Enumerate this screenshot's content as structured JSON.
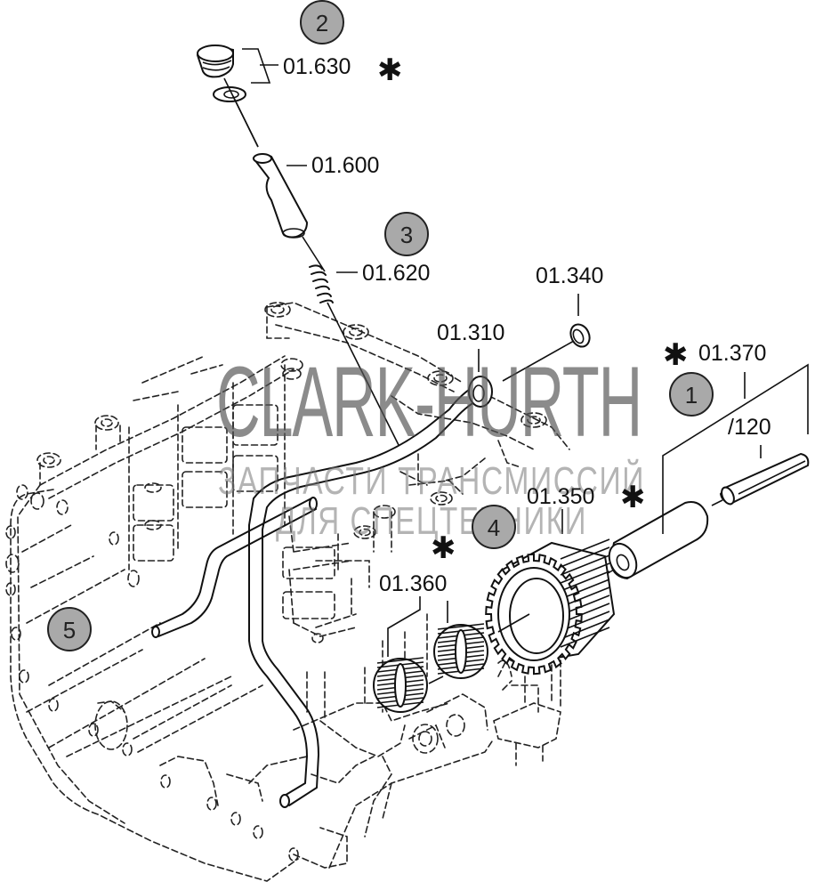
{
  "diagram": {
    "type": "exploded-parts-view",
    "watermark": {
      "brand": "CLARK-HURTH",
      "line1": "ЗАПЧАСТИ ТРАНСМИССИЙ",
      "line2": "ДЛЯ СПЕЦТЕХНИКИ"
    },
    "callouts": [
      {
        "id": "callout-1",
        "number": "1"
      },
      {
        "id": "callout-2",
        "number": "2"
      },
      {
        "id": "callout-3",
        "number": "3"
      },
      {
        "id": "callout-4",
        "number": "4"
      },
      {
        "id": "callout-5",
        "number": "5"
      }
    ],
    "parts": [
      {
        "id": "part-01-630",
        "label": "01.630",
        "marked": true,
        "description": "plug with seal ring"
      },
      {
        "id": "part-01-600",
        "label": "01.600",
        "marked": false,
        "description": "sleeve"
      },
      {
        "id": "part-01-620",
        "label": "01.620",
        "marked": false,
        "description": "spring"
      },
      {
        "id": "part-01-340",
        "label": "01.340",
        "marked": false,
        "description": "o-ring"
      },
      {
        "id": "part-01-310",
        "label": "01.310",
        "marked": false,
        "description": "tube"
      },
      {
        "id": "part-01-370",
        "label": "01.370",
        "marked": true,
        "description": "shaft assembly"
      },
      {
        "id": "part-120",
        "label": "/120",
        "marked": false,
        "description": "pin"
      },
      {
        "id": "part-01-350",
        "label": "01.350",
        "marked": true,
        "description": "gear"
      },
      {
        "id": "part-01-360",
        "label": "01.360",
        "marked": true,
        "description": "needle bearings"
      }
    ],
    "marker_symbol": "✱",
    "colors": {
      "callout_fill": "#a9a9a9",
      "line": "#111111",
      "background": "#ffffff"
    }
  }
}
